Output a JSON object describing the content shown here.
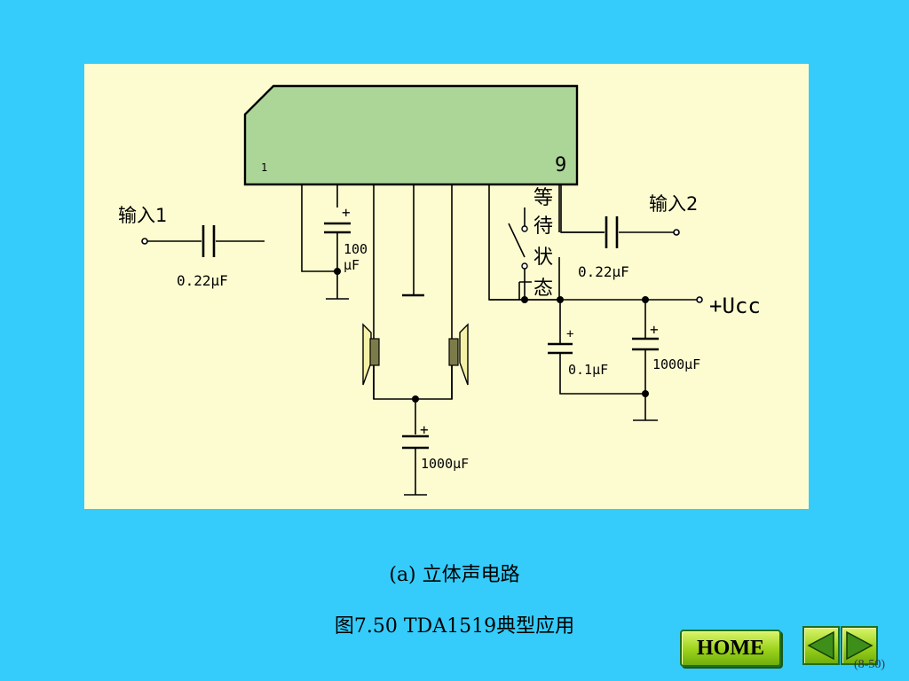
{
  "diagram": {
    "chip_pin_first": "1",
    "chip_pin_last": "9",
    "input1_label": "输入1",
    "input2_label": "输入2",
    "cap_input1": "0.22μF",
    "cap_input2": "0.22μF",
    "cap_100_line1": "100",
    "cap_100_line2": "μF",
    "cap_speaker": "1000μF",
    "cap_01": "0.1μF",
    "cap_1000_supply": "1000μF",
    "supply_label": "+Ucc",
    "standby_char1": "等",
    "standby_char2": "待",
    "standby_char3": "状",
    "standby_char4": "态",
    "polarity_plus": "+"
  },
  "caption": {
    "subtitle": "(a) 立体声电路",
    "title": "图7.50   TDA1519典型应用"
  },
  "nav": {
    "home_label": "HOME",
    "page_number": "(8-50)",
    "prev_icon": "triangle-left-icon",
    "next_icon": "triangle-right-icon"
  },
  "colors": {
    "background": "#35ccfb",
    "panel": "#fdfcd1",
    "chip": "#acd598",
    "speaker_body": "#7c7c4a",
    "speaker_cone": "#f4f1a8",
    "button_green": "#9bd21c"
  }
}
